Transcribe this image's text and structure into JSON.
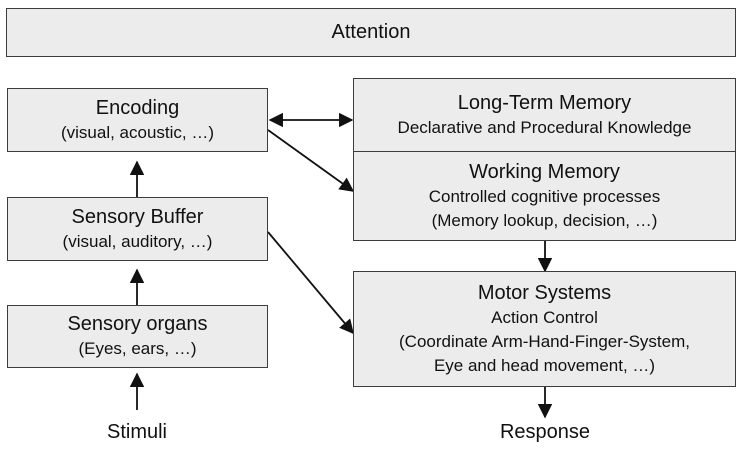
{
  "attention": {
    "label": "Attention"
  },
  "encoding": {
    "title": "Encoding",
    "subtitle": "(visual, acoustic, …)"
  },
  "sensory_buffer": {
    "title": "Sensory Buffer",
    "subtitle": "(visual, auditory, …)"
  },
  "sensory_organs": {
    "title": "Sensory organs",
    "subtitle": "(Eyes, ears, …)"
  },
  "long_term_memory": {
    "title": "Long-Term Memory",
    "subtitle": "Declarative and Procedural Knowledge"
  },
  "working_memory": {
    "title": "Working Memory",
    "line1": "Controlled cognitive processes",
    "line2": "(Memory lookup, decision, …)"
  },
  "motor_systems": {
    "title": "Motor Systems",
    "line1": "Action Control",
    "line2": "(Coordinate Arm-Hand-Finger-System,",
    "line3": "Eye and head movement, …)"
  },
  "stimuli": {
    "label": "Stimuli"
  },
  "response": {
    "label": "Response"
  },
  "colors": {
    "box_fill": "#ececec",
    "box_border": "#3c3c3c",
    "arrow": "#111111"
  }
}
